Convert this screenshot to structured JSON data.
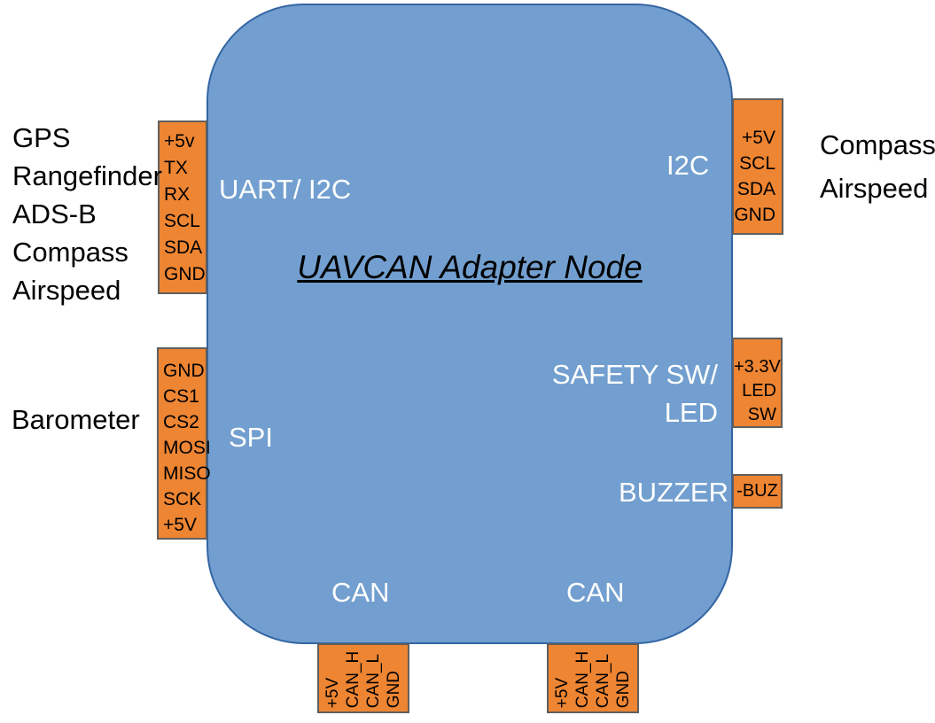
{
  "colors": {
    "node_fill": "#729fcf",
    "node_border": "#3465a4",
    "connector_fill": "#ee8532",
    "connector_border": "#5f5f5f",
    "pin_text": "#000000",
    "port_label_text": "#ffffff",
    "external_text": "#000000"
  },
  "node": {
    "title": "UAVCAN Adapter Node",
    "ports": {
      "uart": "UART/ I2C",
      "i2c": "I2C",
      "spi": "SPI",
      "safety": [
        "SAFETY SW/",
        "LED"
      ],
      "buzzer": "BUZZER",
      "can_left": "CAN",
      "can_right": "CAN"
    }
  },
  "connectors": {
    "uart_pins": [
      "+5v",
      "TX",
      "RX",
      "SCL",
      "SDA",
      "GND"
    ],
    "spi_pins": [
      "GND",
      "CS1",
      "CS2",
      "MOSI",
      "MISO",
      "SCK",
      "+5V"
    ],
    "i2c_pins": [
      "+5V",
      "SCL",
      "SDA",
      "GND"
    ],
    "safety_pins": [
      "+3.3V",
      "LED",
      "SW"
    ],
    "buzzer_pins": [
      "-BUZ"
    ],
    "can_left_pins": [
      "+5V",
      "CAN_H",
      "CAN_L",
      "GND"
    ],
    "can_right_pins": [
      "+5V",
      "CAN_H",
      "CAN_L",
      "GND"
    ]
  },
  "external": {
    "uart_devices": [
      "GPS",
      "Rangefinder",
      "ADS-B",
      "Compass",
      "Airspeed"
    ],
    "spi_devices": [
      "Barometer"
    ],
    "i2c_devices": [
      "Compass",
      "Airspeed"
    ]
  }
}
